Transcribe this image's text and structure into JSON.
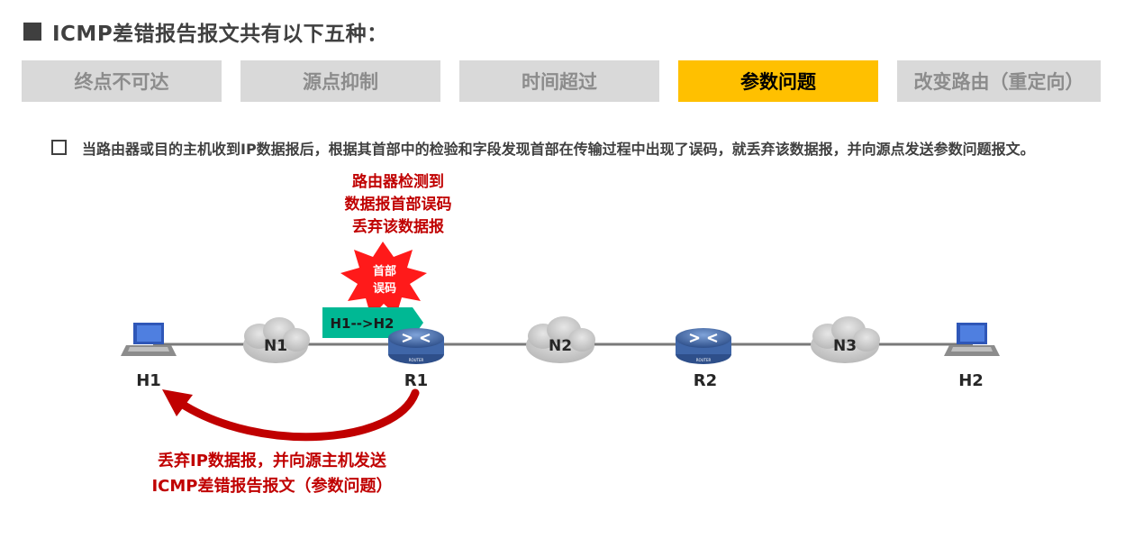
{
  "title": "ICMP差错报告报文共有以下五种：",
  "tabs": [
    {
      "label": "终点不可达",
      "active": false
    },
    {
      "label": "源点抑制",
      "active": false
    },
    {
      "label": "时间超过",
      "active": false
    },
    {
      "label": "参数问题",
      "active": true
    },
    {
      "label": "改变路由（重定向）",
      "active": false
    }
  ],
  "bullet_text": "当路由器或目的主机收到IP数据报后，根据其首部中的检验和字段发现首部在传输过程中出现了误码，就丢弃该数据报，并向源点发送参数问题报文。",
  "diagram": {
    "annotation_top": [
      "路由器检测到",
      "数据报首部误码",
      "丢弃该数据报"
    ],
    "burst_label": [
      "首部",
      "误码"
    ],
    "packet_label": "H1-->H2",
    "nodes": {
      "h1": "H1",
      "r1": "R1",
      "r2": "R2",
      "h2": "H2",
      "n1": "N1",
      "n2": "N2",
      "n3": "N3"
    },
    "router_badge": "ROUTER",
    "annotation_bottom": [
      "丢弃IP数据报，并向源主机发送",
      "ICMP差错报告报文（参数问题）"
    ]
  },
  "colors": {
    "active_tab": "#ffc000",
    "inactive_tab": "#d9d9d9",
    "alert_red": "#c00000",
    "burst_red": "#ff1a1a",
    "packet_green": "#00b894",
    "router_blue": "#3f66a8",
    "cloud_gray": "#c8c8c8"
  }
}
